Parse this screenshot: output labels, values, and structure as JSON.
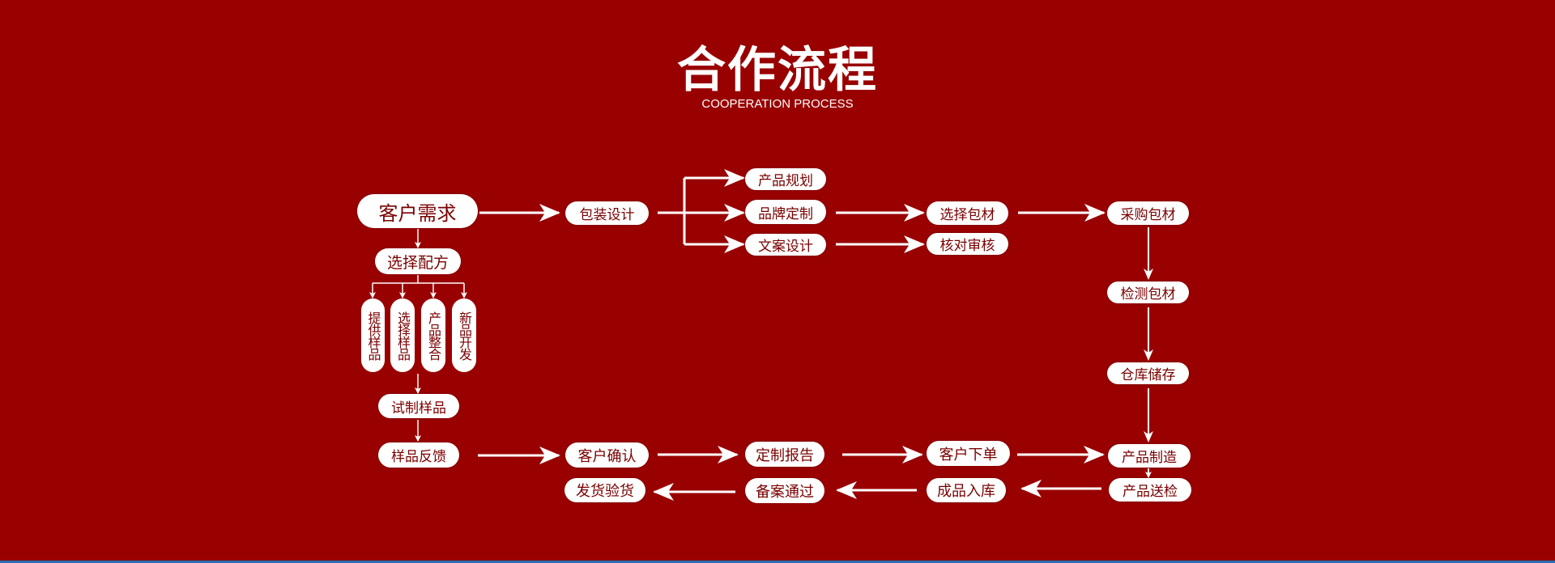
{
  "header": {
    "title": "合作流程",
    "subtitle": "COOPERATION PROCESS"
  },
  "nodes": {
    "customer_need": "客户需求",
    "choose_formula": "选择配方",
    "provide_sample": "提供样品",
    "choose_sample": "选择样品",
    "product_integrate": "产品整合",
    "new_product_dev": "新品开发",
    "trial_sample": "试制样品",
    "sample_feedback": "样品反馈",
    "package_design": "包装设计",
    "product_planning": "产品规划",
    "brand_custom": "品牌定制",
    "copy_design": "文案设计",
    "choose_material": "选择包材",
    "check_review": "核对审核",
    "purchase_material": "采购包材",
    "inspect_material": "检测包材",
    "warehouse_storage": "仓库储存",
    "manufacture": "产品制造",
    "send_inspection": "产品送检",
    "finished_storage": "成品入库",
    "filing_passed": "备案通过",
    "ship_inspect": "发货验货",
    "customer_confirm": "客户确认",
    "custom_report": "定制报告",
    "customer_order": "客户下单"
  },
  "colors": {
    "background": "#990000",
    "node": "#ffffff",
    "text": "#7a0000",
    "arrow": "#ffffff"
  }
}
